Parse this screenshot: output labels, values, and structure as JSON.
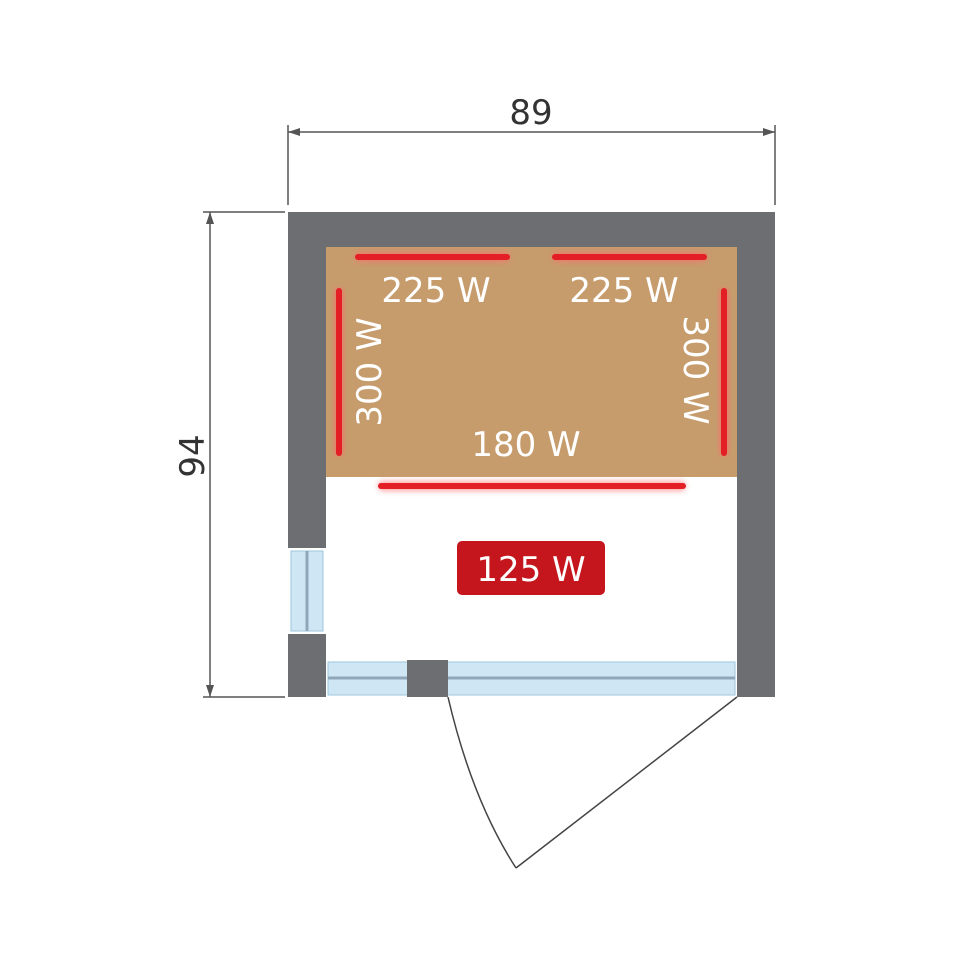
{
  "dimensions": {
    "width_label": "89",
    "depth_label": "94"
  },
  "heaters": {
    "back_left": "225 W",
    "back_right": "225 W",
    "side_left": "300 W",
    "side_right": "300 W",
    "bench_front": "180 W",
    "floor": "125 W"
  },
  "colors": {
    "wall": "#6d6e71",
    "bench": "#c69c6d",
    "heater": "#e31e24",
    "glass": "#cfe7f5",
    "floor_badge": "#c4161c",
    "outline": "#444444"
  }
}
